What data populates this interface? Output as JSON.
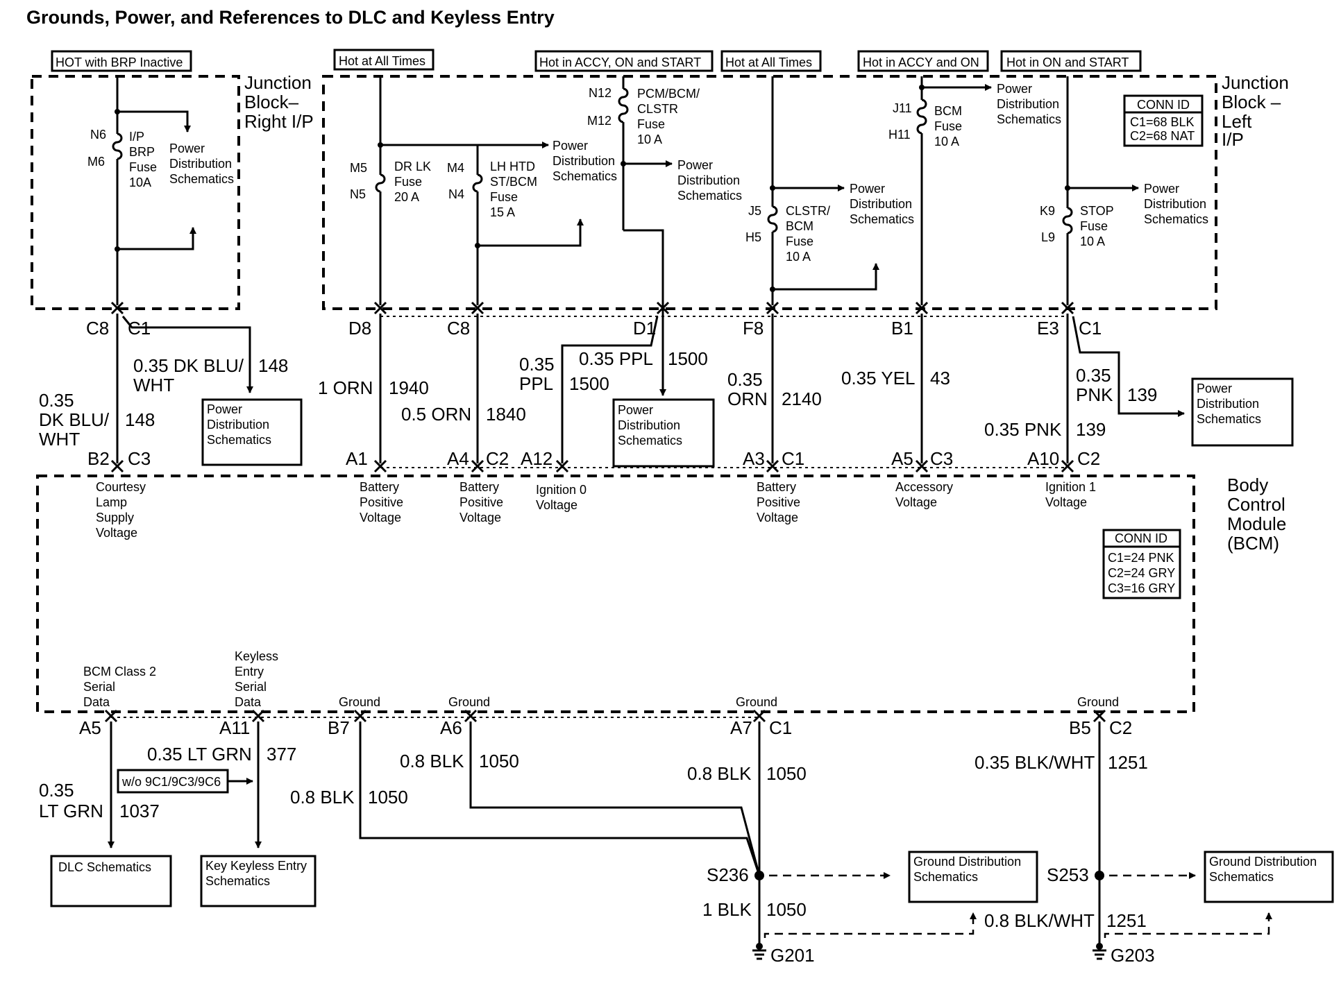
{
  "title": "Grounds, Power, and References to DLC and Keyless Entry",
  "headers": {
    "brp": "HOT with BRP Inactive",
    "hot_all_1": "Hot at All Times",
    "accy_on_start": "Hot in ACCY, ON and START",
    "hot_all_2": "Hot at All Times",
    "accy_on": "Hot in ACCY and ON",
    "on_start": "Hot in ON and START"
  },
  "junction_right": {
    "l1": "Junction",
    "l2": "Block–",
    "l3": "Right I/P"
  },
  "junction_left": {
    "l1": "Junction",
    "l2": "Block –",
    "l3": "Left",
    "l4": "I/P"
  },
  "bcm_label": {
    "l1": "Body",
    "l2": "Control",
    "l3": "Module",
    "l4": "(BCM)"
  },
  "conn_jb": {
    "title": "CONN ID",
    "c1": "C1=68 BLK",
    "c2": "C2=68 NAT"
  },
  "conn_bcm": {
    "title": "CONN ID",
    "c1": "C1=24 PNK",
    "c2": "C2=24 GRY",
    "c3": "C3=16 GRY"
  },
  "fuses": {
    "ip_brp": {
      "pin_top": "N6",
      "pin_bot": "M6",
      "l1": "I/P",
      "l2": "BRP",
      "l3": "Fuse",
      "l4": "10A"
    },
    "dr_lk": {
      "pin_top": "M5",
      "pin_bot": "N5",
      "l1": "DR LK",
      "l2": "Fuse",
      "l3": "20 A"
    },
    "lh_htd": {
      "pin_top": "M4",
      "pin_bot": "N4",
      "l1": "LH HTD",
      "l2": "ST/BCM",
      "l3": "Fuse",
      "l4": "15 A"
    },
    "pcm": {
      "pin_top": "N12",
      "pin_bot": "M12",
      "l1": "PCM/BCM/",
      "l2": "CLSTR",
      "l3": "Fuse",
      "l4": "10 A"
    },
    "clstr": {
      "pin_top": "J5",
      "pin_bot": "H5",
      "l1": "CLSTR/",
      "l2": "BCM",
      "l3": "Fuse",
      "l4": "10 A"
    },
    "bcm": {
      "pin_top": "J11",
      "pin_bot": "H11",
      "l1": "BCM",
      "l2": "Fuse",
      "l3": "10 A"
    },
    "stop": {
      "pin_top": "K9",
      "pin_bot": "L9",
      "l1": "STOP",
      "l2": "Fuse",
      "l3": "10 A"
    }
  },
  "pds": {
    "l1": "Power",
    "l2": "Distribution",
    "l3": "Schematics"
  },
  "jb_pins": {
    "c8a": "C8",
    "c1a": "C1",
    "d8": "D8",
    "c8b": "C8",
    "d1": "D1",
    "f8": "F8",
    "b1": "B1",
    "e3": "E3",
    "c1b": "C1"
  },
  "wires_upper": {
    "w148_gauge": "0.35 DK BLU/",
    "w148_color": "WHT",
    "w148_num": "148",
    "w148b_gauge": "0.35",
    "w148b_color": "DK BLU/",
    "w148b_color2": "WHT",
    "w148b_num": "148",
    "w1940_label": "1 ORN",
    "w1940_num": "1940",
    "w1840_label": "0.5 ORN",
    "w1840_num": "1840",
    "w1500a_label": "0.35 PPL",
    "w1500a_num": "1500",
    "w1500b_gauge": "0.35",
    "w1500b_color": "PPL",
    "w1500b_num": "1500",
    "w2140_gauge": "0.35",
    "w2140_color": "ORN",
    "w2140_num": "2140",
    "w43_label": "0.35 YEL",
    "w43_num": "43",
    "w139a_gauge": "0.35",
    "w139a_color": "PNK",
    "w139a_num": "139",
    "w139b_label": "0.35 PNK",
    "w139b_num": "139"
  },
  "bcm_pins_top": {
    "b2": "B2",
    "c3a": "C3",
    "a1": "A1",
    "a4": "A4",
    "c2a": "C2",
    "a12": "A12",
    "a3": "A3",
    "c1": "C1",
    "a5": "A5",
    "c3b": "C3",
    "a10": "A10",
    "c2b": "C2"
  },
  "bcm_inputs": {
    "courtesy": {
      "l1": "Courtesy",
      "l2": "Lamp",
      "l3": "Supply",
      "l4": "Voltage"
    },
    "batt1": {
      "l1": "Battery",
      "l2": "Positive",
      "l3": "Voltage"
    },
    "batt2": {
      "l1": "Battery",
      "l2": "Positive",
      "l3": "Voltage"
    },
    "ign0": {
      "l1": "Ignition 0",
      "l2": "Voltage"
    },
    "batt3": {
      "l1": "Battery",
      "l2": "Positive",
      "l3": "Voltage"
    },
    "accessory": {
      "l1": "Accessory",
      "l2": "Voltage"
    },
    "ign1": {
      "l1": "Ignition 1",
      "l2": "Voltage"
    }
  },
  "bcm_outputs": {
    "class2": {
      "l1": "BCM Class 2",
      "l2": "Serial",
      "l3": "Data"
    },
    "keyless": {
      "l1": "Keyless",
      "l2": "Entry",
      "l3": "Serial",
      "l4": "Data"
    },
    "ground": "Ground"
  },
  "bcm_pins_bottom": {
    "a5": "A5",
    "a11": "A11",
    "b7": "B7",
    "a6": "A6",
    "a7": "A7",
    "c1": "C1",
    "b5": "B5",
    "c2": "C2"
  },
  "wires_lower": {
    "w377_label": "0.35 LT GRN",
    "w377_num": "377",
    "w1037_gauge": "0.35",
    "w1037_color": "LT GRN",
    "w1037_num": "1037",
    "option_note": "w/o 9C1/9C3/9C6",
    "w1050_a6_label": "0.8 BLK",
    "w1050_a6_num": "1050",
    "w1050_b7_label": "0.8 BLK",
    "w1050_b7_num": "1050",
    "w1050_a7_label": "0.8 BLK",
    "w1050_a7_num": "1050",
    "w1251_label": "0.35 BLK/WHT",
    "w1251_num": "1251",
    "w1050_main_label": "1 BLK",
    "w1050_main_num": "1050",
    "w1251_alt_label": "0.8 BLK/WHT",
    "w1251_alt_num": "1251"
  },
  "splices": {
    "s236": "S236",
    "s253": "S253"
  },
  "grounds": {
    "g201": "G201",
    "g203": "G203"
  },
  "ref_boxes": {
    "dlc": "DLC Schematics",
    "keyless": {
      "l1": "Key Keyless Entry",
      "l2": "Schematics"
    },
    "gnd": {
      "l1": "Ground Distribution",
      "l2": "Schematics"
    }
  }
}
